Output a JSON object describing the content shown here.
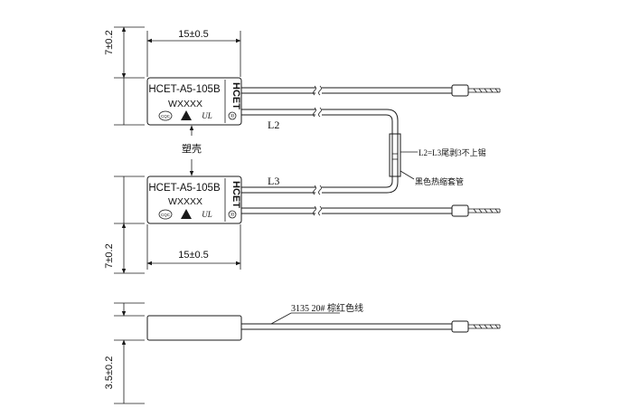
{
  "top_unit": {
    "model": "HCET-A5-105B",
    "code": "WXXXX",
    "brand": "HCET",
    "cqc_mark": "CQC",
    "ul_mark": "UL",
    "registered": "R",
    "width_dim": "15±0.5",
    "height_dim": "7±0.2"
  },
  "bottom_unit": {
    "model": "HCET-A5-105B",
    "code": "WXXXX",
    "brand": "HCET",
    "cqc_mark": "CQC",
    "ul_mark": "UL",
    "registered": "R",
    "width_dim": "15±0.5",
    "height_dim": "7±0.2"
  },
  "shell_label": "塑壳",
  "lead_labels": {
    "l2": "L2",
    "l3": "L3",
    "strip_note": "L2=L3尾剥3不上锡",
    "sleeve_note": "黑色热缩套管"
  },
  "side_view": {
    "wire_note": "3135 20# 棕红色线",
    "thickness_dim": "3.5±0.2"
  }
}
